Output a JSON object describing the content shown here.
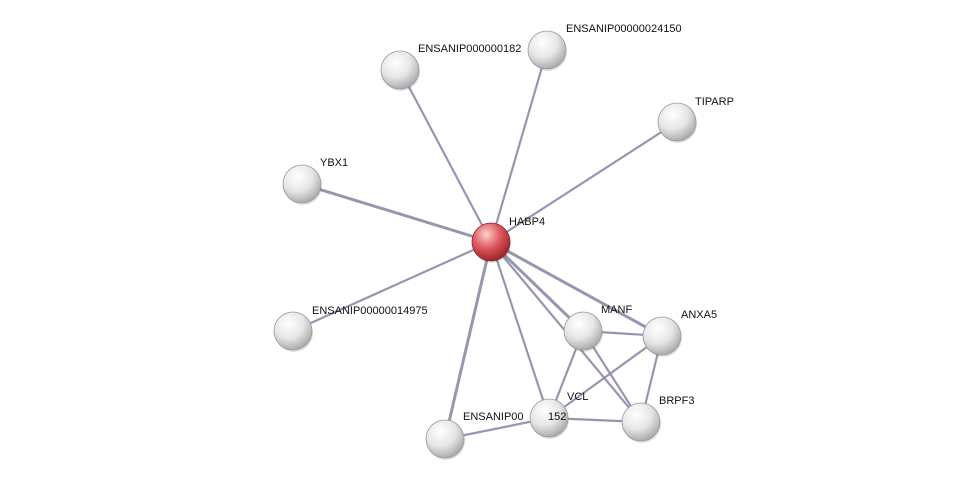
{
  "network": {
    "center_color": "#d9363c",
    "node_color": "#e8e8e8",
    "edge_color": "#8a8ca8",
    "nodes": [
      {
        "id": "habp4",
        "label": "HABP4",
        "center": true
      },
      {
        "id": "ensanip182",
        "label": "ENSANIP000000182"
      },
      {
        "id": "ensanip24150",
        "label": "ENSANIP00000024150"
      },
      {
        "id": "tiparp",
        "label": "TIPARP"
      },
      {
        "id": "ybx1",
        "label": "YBX1"
      },
      {
        "id": "ensanip14975",
        "label": "ENSANIP00000014975"
      },
      {
        "id": "manf",
        "label": "MANF"
      },
      {
        "id": "anxa5",
        "label": "ANXA5"
      },
      {
        "id": "vcl",
        "label": "VCL"
      },
      {
        "id": "brpf3",
        "label": "BRPF3"
      },
      {
        "id": "ensanip152",
        "label": "ENSANIP00",
        "label2": "152"
      },
      {
        "id": "unlabeled",
        "label": ""
      }
    ],
    "edges": [
      [
        "habp4",
        "ensanip182"
      ],
      [
        "habp4",
        "ensanip24150"
      ],
      [
        "habp4",
        "tiparp"
      ],
      [
        "habp4",
        "ybx1"
      ],
      [
        "habp4",
        "ensanip14975"
      ],
      [
        "habp4",
        "unlabeled"
      ],
      [
        "habp4",
        "ensanip152"
      ],
      [
        "habp4",
        "manf"
      ],
      [
        "habp4",
        "anxa5"
      ],
      [
        "habp4",
        "brpf3"
      ],
      [
        "manf",
        "anxa5"
      ],
      [
        "manf",
        "ensanip152"
      ],
      [
        "manf",
        "brpf3"
      ],
      [
        "anxa5",
        "ensanip152"
      ],
      [
        "anxa5",
        "brpf3"
      ],
      [
        "ensanip152",
        "brpf3"
      ],
      [
        "ensanip152",
        "unlabeled"
      ]
    ]
  }
}
